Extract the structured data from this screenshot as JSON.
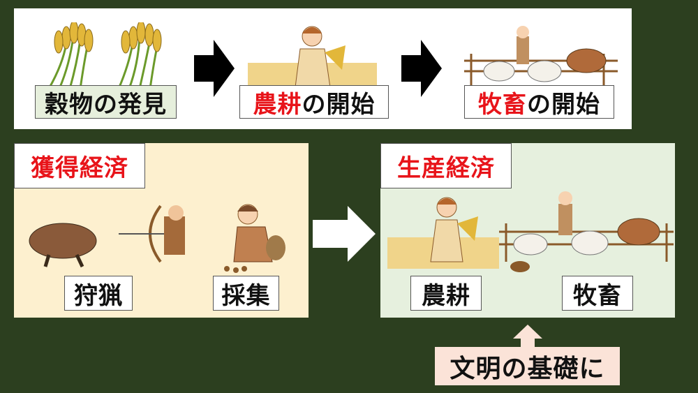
{
  "top_flow": {
    "steps": [
      {
        "label": "穀物の発見"
      },
      {
        "highlight": "農耕",
        "rest": "の開始"
      },
      {
        "highlight": "牧畜",
        "rest": "の開始"
      }
    ]
  },
  "left_panel": {
    "title": "獲得経済",
    "items": [
      "狩猟",
      "採集"
    ]
  },
  "right_panel": {
    "title": "生産経済",
    "items": [
      "農耕",
      "牧畜"
    ]
  },
  "conclusion": "文明の基礎に",
  "colors": {
    "background": "#2c3f1f",
    "highlight": "#e8141a",
    "left_panel": "#fdf0cf",
    "right_panel": "#e6f0de",
    "conclusion_box": "#fbe3d8"
  }
}
